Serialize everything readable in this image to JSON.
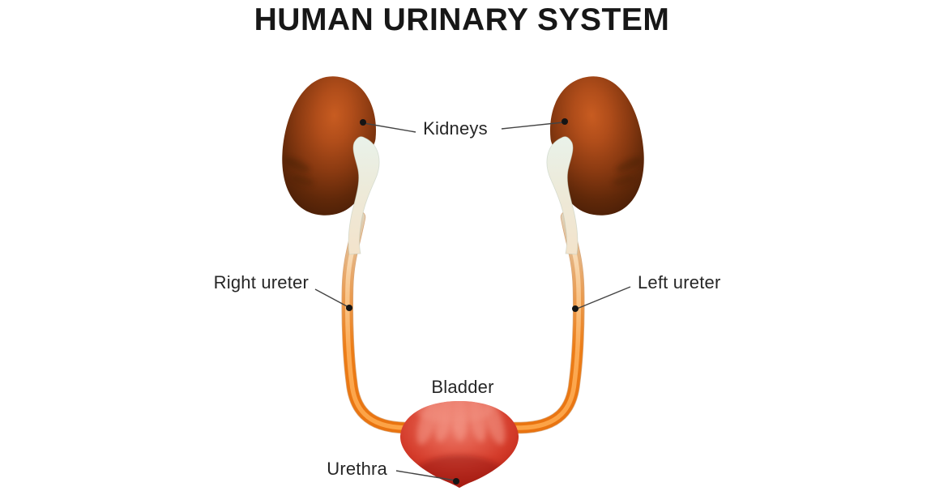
{
  "diagram": {
    "title": "HUMAN URINARY SYSTEM",
    "labels": {
      "kidneys": "Kidneys",
      "right_ureter": "Right ureter",
      "left_ureter": "Left ureter",
      "bladder": "Bladder",
      "urethra": "Urethra"
    },
    "colors": {
      "background": "#ffffff",
      "title_text": "#171717",
      "label_text": "#262626",
      "kidney_highlight": "#c05420",
      "kidney_dark": "#4a1e07",
      "renal_pelvis": "#e9f2ea",
      "ureter_orange": "#f5821f",
      "bladder_red": "#d43c2b",
      "bladder_dark": "#9f1a0d",
      "leader_line": "#444444",
      "pointer_dot": "#151515"
    }
  }
}
